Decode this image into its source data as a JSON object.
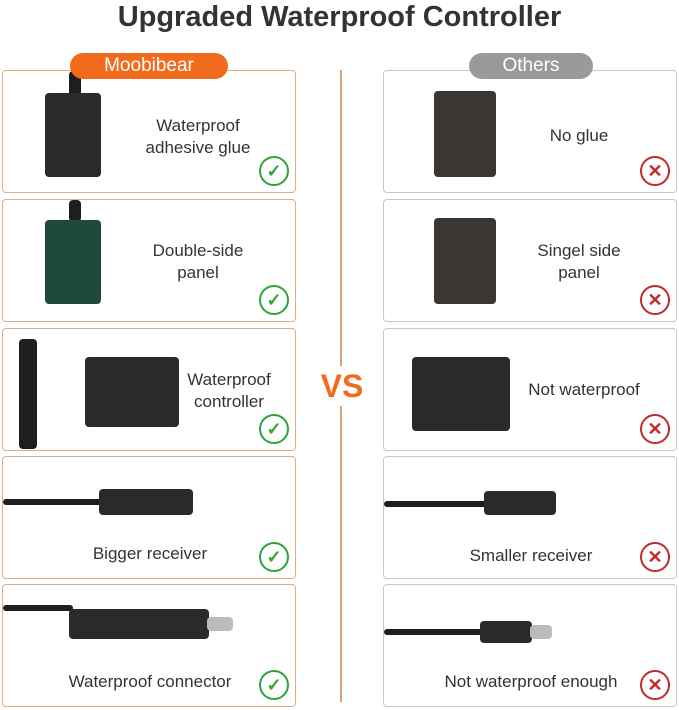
{
  "title": "Upgraded Waterproof Controller",
  "left_badge": "Moobibear",
  "right_badge": "Others",
  "vs": "VS",
  "left": [
    {
      "label": "Waterproof\nadhesive glue",
      "status": "check"
    },
    {
      "label": "Double-side\npanel",
      "status": "check"
    },
    {
      "label": "Waterproof\ncontroller",
      "status": "check"
    },
    {
      "label": "Bigger receiver",
      "status": "check"
    },
    {
      "label": "Waterproof connector",
      "status": "check"
    }
  ],
  "right": [
    {
      "label": "No glue",
      "status": "cross"
    },
    {
      "label": "Singel side\npanel",
      "status": "cross"
    },
    {
      "label": "Not waterproof",
      "status": "cross"
    },
    {
      "label": "Smaller receiver",
      "status": "cross"
    },
    {
      "label": "Not waterproof enough",
      "status": "cross"
    }
  ],
  "colors": {
    "accent": "#f26b1d",
    "gray": "#9a9a9a",
    "check": "#2ea43a",
    "cross": "#c02a2a"
  }
}
